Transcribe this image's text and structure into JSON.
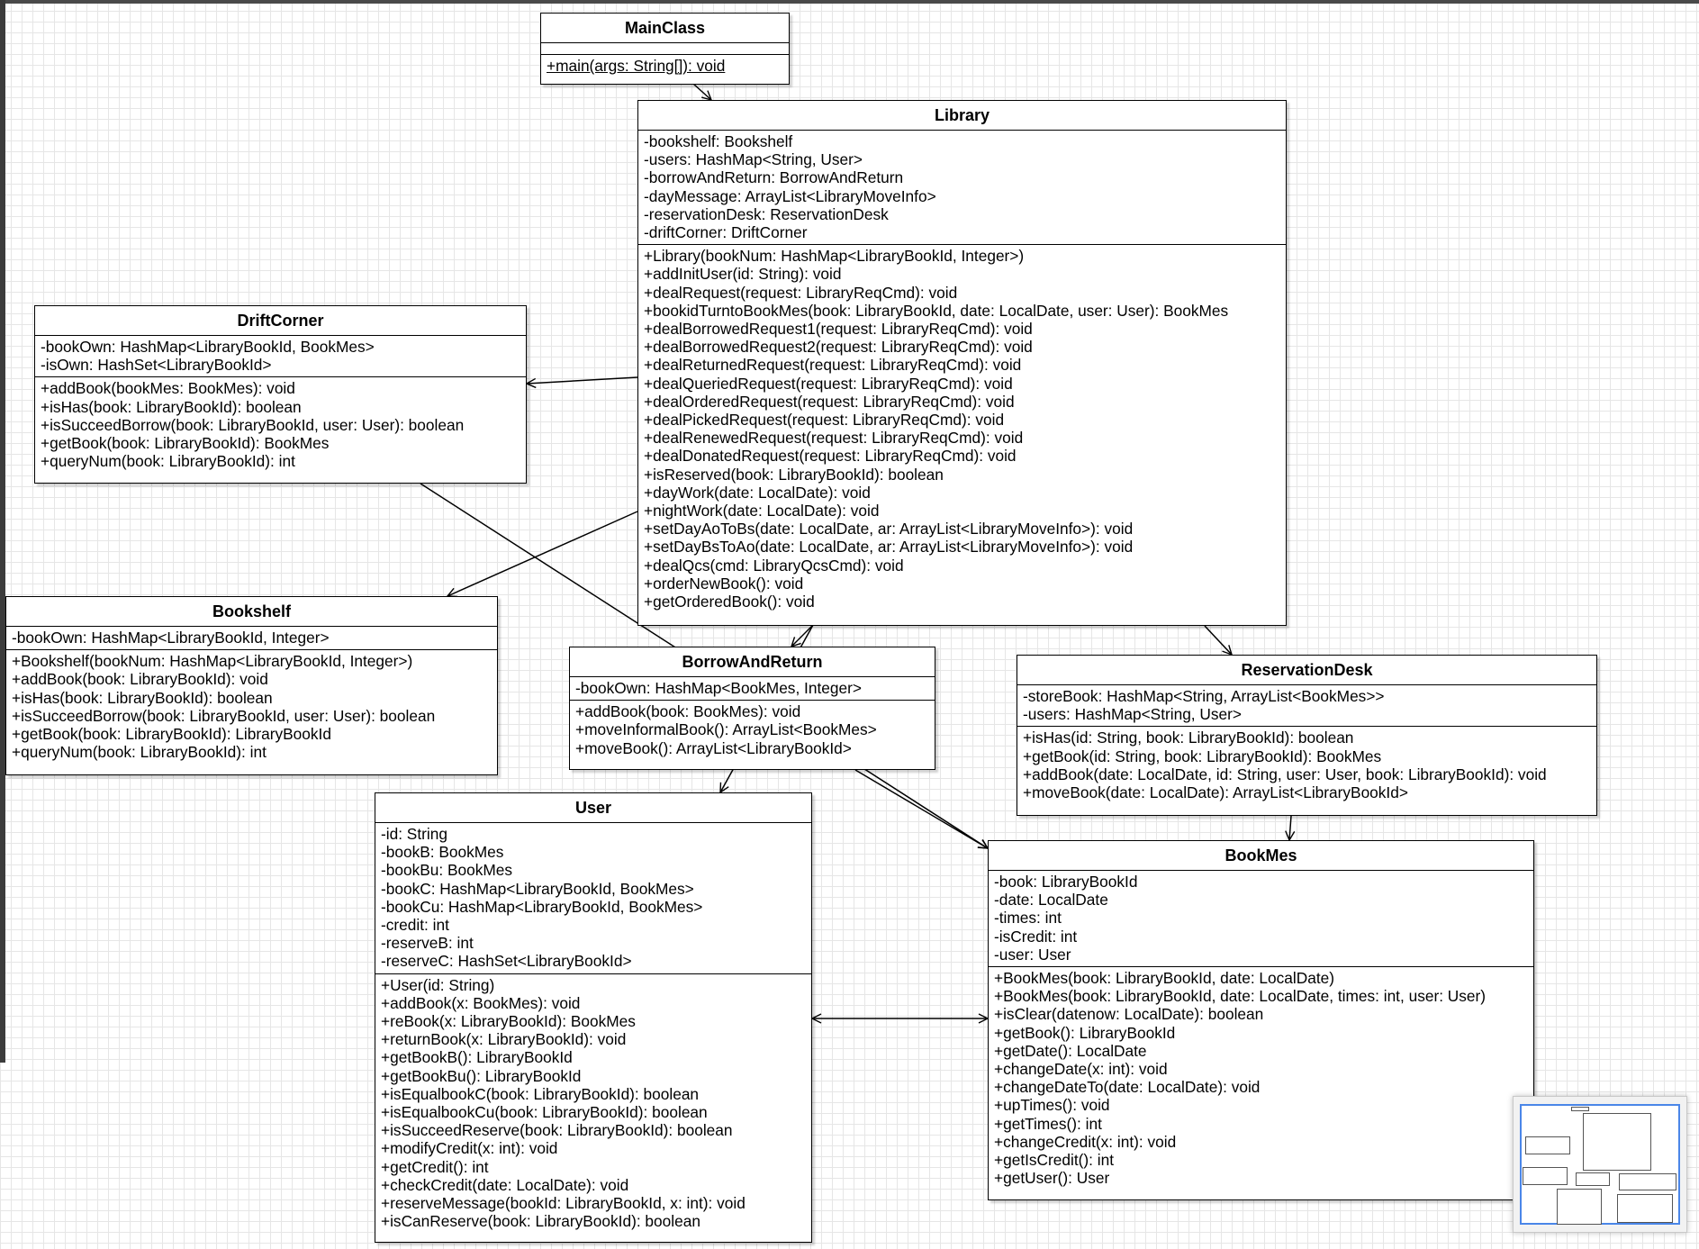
{
  "classes": [
    {
      "key": "mainclass",
      "title": "MainClass",
      "sections": [
        [],
        [
          {
            "text": "+main(args: String[]): void",
            "static": true
          }
        ]
      ]
    },
    {
      "key": "library",
      "title": "Library",
      "sections": [
        [
          "-bookshelf: Bookshelf",
          "-users: HashMap<String, User>",
          "-borrowAndReturn: BorrowAndReturn",
          "-dayMessage: ArrayList<LibraryMoveInfo>",
          "-reservationDesk: ReservationDesk",
          "-driftCorner: DriftCorner"
        ],
        [
          "+Library(bookNum: HashMap<LibraryBookId, Integer>)",
          "+addInitUser(id: String): void",
          "+dealRequest(request: LibraryReqCmd): void",
          "+bookidTurntoBookMes(book: LibraryBookId, date: LocalDate, user: User): BookMes",
          "+dealBorrowedRequest1(request: LibraryReqCmd): void",
          "+dealBorrowedRequest2(request: LibraryReqCmd): void",
          "+dealReturnedRequest(request: LibraryReqCmd): void",
          "+dealQueriedRequest(request: LibraryReqCmd): void",
          "+dealOrderedRequest(request: LibraryReqCmd): void",
          "+dealPickedRequest(request: LibraryReqCmd): void",
          "+dealRenewedRequest(request: LibraryReqCmd): void",
          "+dealDonatedRequest(request: LibraryReqCmd): void",
          "+isReserved(book: LibraryBookId): boolean",
          "+dayWork(date: LocalDate): void",
          "+nightWork(date: LocalDate): void",
          "+setDayAoToBs(date: LocalDate, ar: ArrayList<LibraryMoveInfo>): void",
          "+setDayBsToAo(date: LocalDate, ar: ArrayList<LibraryMoveInfo>): void",
          "+dealQcs(cmd: LibraryQcsCmd): void",
          "+orderNewBook(): void",
          "+getOrderedBook(): void"
        ]
      ]
    },
    {
      "key": "driftcorner",
      "title": "DriftCorner",
      "sections": [
        [
          "-bookOwn: HashMap<LibraryBookId, BookMes>",
          "-isOwn: HashSet<LibraryBookId>"
        ],
        [
          "+addBook(bookMes: BookMes): void",
          "+isHas(book: LibraryBookId): boolean",
          "+isSucceedBorrow(book: LibraryBookId, user: User): boolean",
          "+getBook(book: LibraryBookId): BookMes",
          "+queryNum(book: LibraryBookId): int"
        ]
      ]
    },
    {
      "key": "bookshelf",
      "title": "Bookshelf",
      "sections": [
        [
          "-bookOwn: HashMap<LibraryBookId, Integer>"
        ],
        [
          "+Bookshelf(bookNum: HashMap<LibraryBookId, Integer>)",
          "+addBook(book: LibraryBookId): void",
          "+isHas(book: LibraryBookId): boolean",
          "+isSucceedBorrow(book: LibraryBookId, user: User): boolean",
          "+getBook(book: LibraryBookId): LibraryBookId",
          "+queryNum(book: LibraryBookId): int"
        ]
      ]
    },
    {
      "key": "borrowandreturn",
      "title": "BorrowAndReturn",
      "sections": [
        [
          "-bookOwn: HashMap<BookMes, Integer>"
        ],
        [
          "+addBook(book: BookMes): void",
          "+moveInformalBook(): ArrayList<BookMes>",
          "+moveBook(): ArrayList<LibraryBookId>"
        ]
      ]
    },
    {
      "key": "reservationdesk",
      "title": "ReservationDesk",
      "sections": [
        [
          "-storeBook: HashMap<String, ArrayList<BookMes>>",
          "-users: HashMap<String, User>"
        ],
        [
          "+isHas(id: String, book: LibraryBookId): boolean",
          "+getBook(id: String, book: LibraryBookId): BookMes",
          "+addBook(date: LocalDate, id: String, user: User, book: LibraryBookId): void",
          "+moveBook(date: LocalDate): ArrayList<LibraryBookId>"
        ]
      ]
    },
    {
      "key": "user",
      "title": "User",
      "sections": [
        [
          "-id: String",
          "-bookB: BookMes",
          "-bookBu: BookMes",
          "-bookC: HashMap<LibraryBookId, BookMes>",
          "-bookCu: HashMap<LibraryBookId, BookMes>",
          "-credit: int",
          "-reserveB: int",
          "-reserveC: HashSet<LibraryBookId>"
        ],
        [
          "+User(id: String)",
          "+addBook(x: BookMes): void",
          "+reBook(x: LibraryBookId): BookMes",
          "+returnBook(x: LibraryBookId): void",
          "+getBookB(): LibraryBookId",
          "+getBookBu(): LibraryBookId",
          "+isEqualbookC(book: LibraryBookId): boolean",
          "+isEqualbookCu(book: LibraryBookId): boolean",
          "+isSucceedReserve(book: LibraryBookId): boolean",
          "+modifyCredit(x: int): void",
          "+getCredit(): int",
          "+checkCredit(date: LocalDate): void",
          "+reserveMessage(bookId: LibraryBookId, x: int): void",
          "+isCanReserve(book: LibraryBookId): boolean"
        ]
      ]
    },
    {
      "key": "bookmes",
      "title": "BookMes",
      "sections": [
        [
          "-book: LibraryBookId",
          "-date: LocalDate",
          "-times: int",
          "-isCredit: int",
          "-user: User"
        ],
        [
          "+BookMes(book: LibraryBookId, date: LocalDate)",
          "+BookMes(book: LibraryBookId, date: LocalDate, times: int, user: User)",
          "+isClear(datenow: LocalDate): boolean",
          "+getBook(): LibraryBookId",
          "+getDate(): LocalDate",
          "+changeDate(x: int): void",
          "+changeDateTo(date: LocalDate): void",
          "+upTimes(): void",
          "+getTimes(): int",
          "+changeCredit(x: int): void",
          "+getIsCredit(): int",
          "+getUser(): User"
        ]
      ]
    }
  ],
  "relations": [
    {
      "from": "mainclass",
      "to": "library"
    },
    {
      "from": "library",
      "to": "driftcorner"
    },
    {
      "from": "library",
      "to": "bookshelf"
    },
    {
      "from": "library",
      "to": "borrowandreturn"
    },
    {
      "from": "library",
      "to": "reservationdesk"
    },
    {
      "from": "library",
      "to": "user"
    },
    {
      "from": "driftcorner",
      "to": "bookmes"
    },
    {
      "from": "borrowandreturn",
      "to": "bookmes"
    },
    {
      "from": "reservationdesk",
      "to": "bookmes"
    },
    {
      "from": "user",
      "to": "bookmes",
      "bidirectional": true
    }
  ]
}
